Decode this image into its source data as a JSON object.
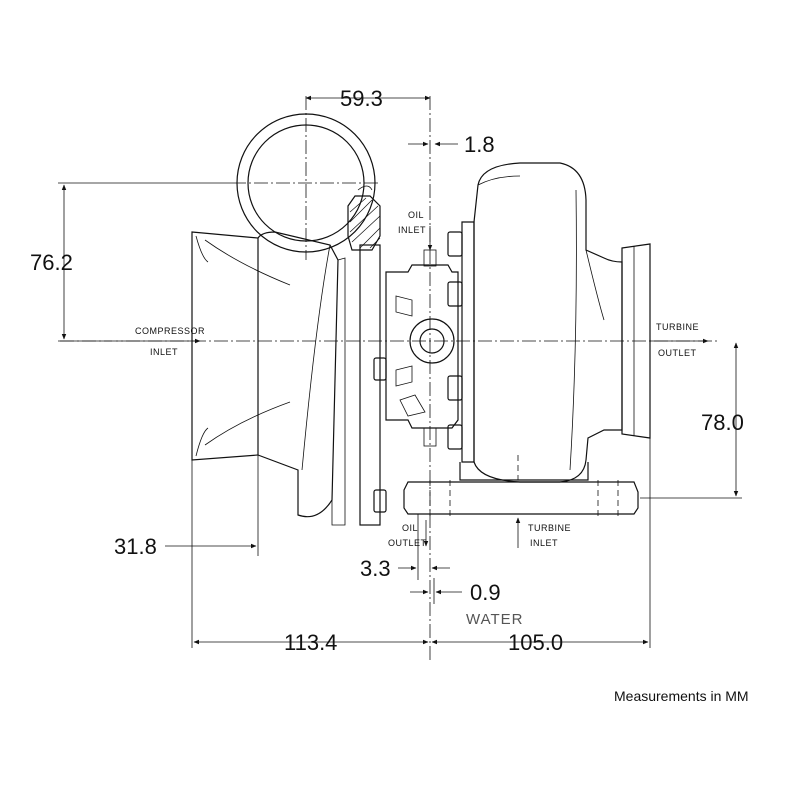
{
  "dimensions": {
    "d_59_3": "59.3",
    "d_1_8": "1.8",
    "d_76_2": "76.2",
    "d_78_0": "78.0",
    "d_31_8": "31.8",
    "d_3_3": "3.3",
    "d_0_9": "0.9",
    "d_113_4": "113.4",
    "d_105_0": "105.0"
  },
  "labels": {
    "compressor_inlet": [
      "COMPRESSOR",
      "INLET"
    ],
    "turbine_outlet": [
      "TURBINE",
      "OUTLET"
    ],
    "oil_inlet": [
      "OIL",
      "INLET"
    ],
    "oil_outlet": [
      "OIL",
      "OUTLET"
    ],
    "turbine_inlet": [
      "TURBINE",
      "INLET"
    ],
    "water": "WATER"
  },
  "note": "Measurements in MM"
}
